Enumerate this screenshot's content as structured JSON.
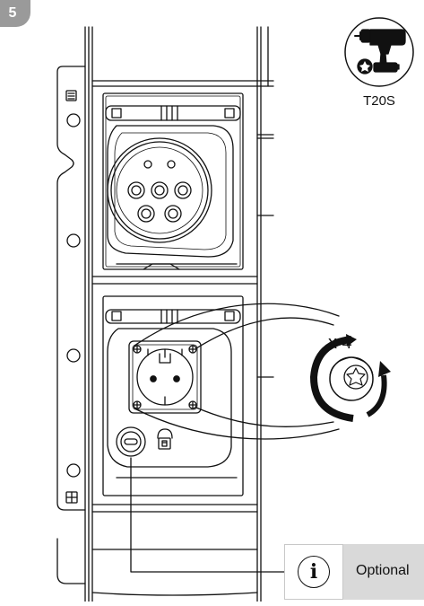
{
  "step": {
    "number": "5"
  },
  "tool": {
    "name": "cordless-screwdriver",
    "bit_label": "T20S"
  },
  "detail": {
    "count_label": "x 4"
  },
  "note": {
    "icon": "info-icon",
    "glyph": "i",
    "label": "Optional"
  }
}
